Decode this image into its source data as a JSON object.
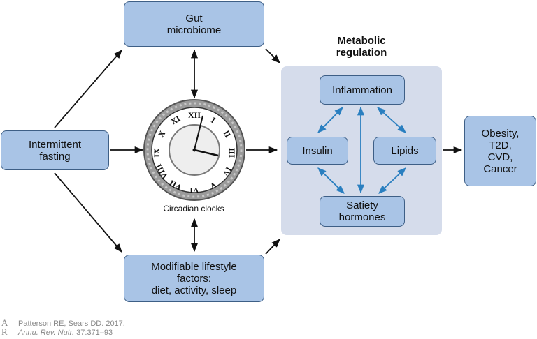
{
  "title": {
    "line1": "Metabolic",
    "line2": "regulation"
  },
  "nodes": {
    "gut": "Gut\nmicrobiome",
    "fasting": "Intermittent\nfasting",
    "lifestyle": "Modifiable lifestyle\nfactors:\ndiet, activity, sleep",
    "inflammation": "Inflammation",
    "insulin": "Insulin",
    "lipids": "Lipids",
    "satiety": "Satiety\nhormones",
    "outcomes": "Obesity,\nT2D,\nCVD,\nCancer"
  },
  "clock": {
    "caption": "Circadian clocks",
    "numerals": [
      "XII",
      "I",
      "II",
      "III",
      "IV",
      "V",
      "VI",
      "VII",
      "VIII",
      "IX",
      "X",
      "XI"
    ]
  },
  "citation": {
    "logo": "A R",
    "authors": "Patterson RE, Sears DD. 2017.",
    "journal": "Annu. Rev. Nutr.",
    "volume": " 37:371–93"
  },
  "colors": {
    "box_fill": "#a9c4e6",
    "box_border": "#3e5f86",
    "panel_fill": "#d5dceb",
    "blue_arrow": "#2a7fc0",
    "black_arrow": "#111111"
  }
}
